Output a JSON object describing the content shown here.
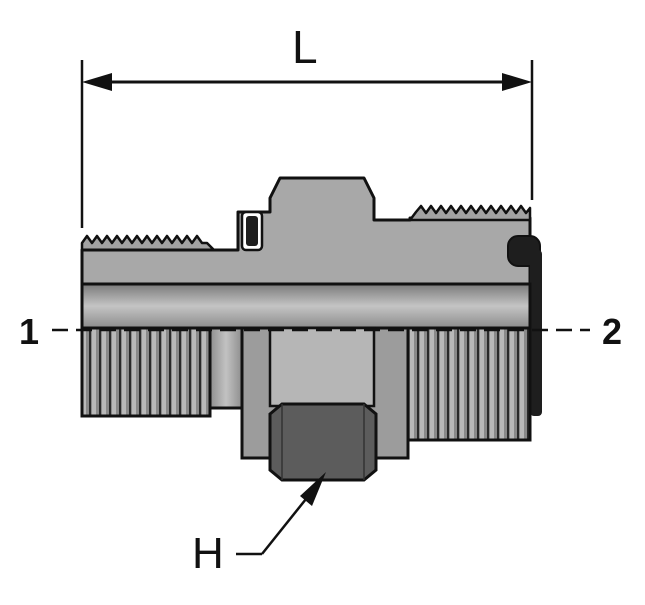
{
  "labels": {
    "length": "L",
    "port_1": "1",
    "port_2": "2",
    "hex": "H"
  },
  "colors": {
    "outline": "#111111",
    "body_light": "#b4b4b4",
    "body_mid": "#9a9a9a",
    "body_dark": "#6e6e6e",
    "hex_face": "#5c5c5c",
    "seal": "#1e1e1e",
    "background": "#ffffff"
  },
  "components": {
    "left_thread": "male-thread-port-1",
    "right_thread": "male-thread-port-2",
    "hex": "hex-body",
    "seal": "o-ring-seal",
    "centerline": "dashed-axis"
  }
}
